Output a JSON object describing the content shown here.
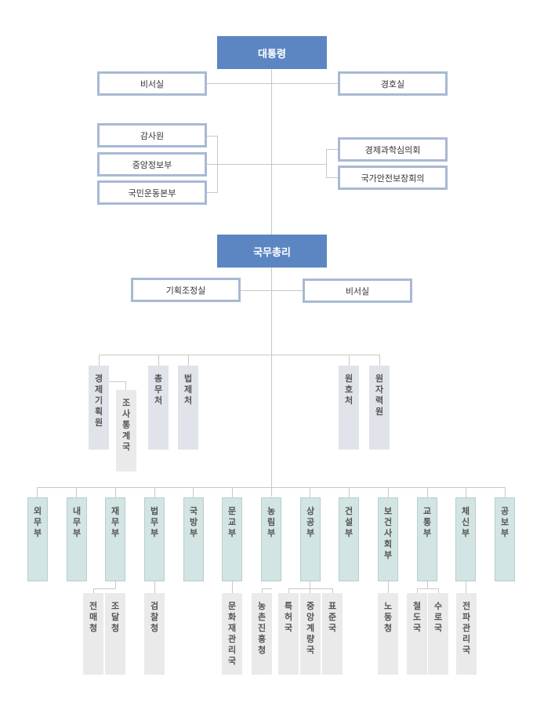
{
  "president": "대통령",
  "president_staff": {
    "left": "비서실",
    "right": "경호실"
  },
  "president_agencies_left": [
    "감사원",
    "중앙정보부",
    "국민운동본부"
  ],
  "president_councils_right": [
    "경제과학심의회",
    "국가안전보장회의"
  ],
  "prime_minister": "국무총리",
  "pm_staff": {
    "left": "기획조정실",
    "right": "비서실"
  },
  "pm_agencies": [
    "경제기획원",
    "조사통계국",
    "총무처",
    "법제처",
    "원호처",
    "원자력원"
  ],
  "ministries": [
    "외무부",
    "내무부",
    "재무부",
    "법무부",
    "국방부",
    "문교부",
    "농림부",
    "상공부",
    "건설부",
    "보건사회부",
    "교통부",
    "체신부",
    "공보부"
  ],
  "sub_units": [
    "전매청",
    "조달청",
    "검찰청",
    "문화재관리국",
    "농촌진흥청",
    "특허국",
    "중앙계량국",
    "표준국",
    "노동청",
    "철도국",
    "수로국",
    "전파관리국"
  ]
}
